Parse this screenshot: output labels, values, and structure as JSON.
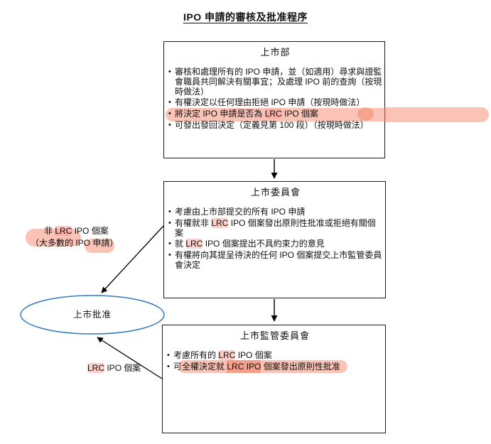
{
  "title": "IPO 申請的審核及批准程序",
  "boxes": [
    {
      "title": "上市部",
      "bullets": [
        {
          "segments": [
            {
              "t": "審核和處理所有的 IPO 申請，並（如適用）尋求與證監會職員共同解決有關事宜；及處理 IPO 前的查詢（按現時做法）"
            }
          ]
        },
        {
          "segments": [
            {
              "t": "有權決定以任何理由拒絕 IPO 申請（按現時做法）"
            }
          ]
        },
        {
          "row_hl": true,
          "segments": [
            {
              "t": "將決定 IPO 申請是否為 "
            },
            {
              "t": "LRC",
              "hl": "light"
            },
            {
              "t": " IPO 個案"
            }
          ]
        },
        {
          "segments": [
            {
              "t": "可發出發回決定（定義見第 100 段）（按現時做法）"
            }
          ]
        }
      ]
    },
    {
      "title": "上市委員會",
      "bullets": [
        {
          "segments": [
            {
              "t": "考慮由上市部提交的所有 IPO 申請"
            }
          ]
        },
        {
          "segments": [
            {
              "t": "有權就非 "
            },
            {
              "t": "LRC",
              "hl": "light"
            },
            {
              "t": " IPO 個案發出原則性批准或拒絕有關個案"
            }
          ]
        },
        {
          "segments": [
            {
              "t": "就 "
            },
            {
              "t": "LRC",
              "hl": "light"
            },
            {
              "t": " IPO 個案提出不具約束力的意見"
            }
          ]
        },
        {
          "segments": [
            {
              "t": "有權將向其提呈待決的任何 IPO 個案提交上市監管委員會決定"
            }
          ]
        }
      ]
    },
    {
      "title": "上市監管委員會",
      "bullets": [
        {
          "segments": [
            {
              "t": "考慮所有的 "
            },
            {
              "t": "LRC",
              "hl": "light"
            },
            {
              "t": " IPO 個案"
            }
          ]
        },
        {
          "segments": [
            {
              "t": "可"
            },
            {
              "t": "全權決定就 ",
              "hl": "band start"
            },
            {
              "t": "LRC IPO",
              "hl": "band dark"
            },
            {
              "t": " 個案發出原則性批准",
              "hl": "band end"
            }
          ]
        }
      ]
    }
  ],
  "labels": {
    "non_lrc_line1": [
      {
        "t": "非 "
      },
      {
        "t": "LRC",
        "hl": "light"
      },
      {
        "t": " IPO 個案"
      }
    ],
    "non_lrc_line2": [
      {
        "t": "（大多數的 IPO 申請）"
      }
    ],
    "lrc_case": [
      {
        "t": "LRC",
        "hl": "light"
      },
      {
        "t": " IPO 個案"
      }
    ],
    "approval": "上市批准"
  },
  "colors": {
    "highlight_band": "rgba(242,111,82,0.42)",
    "highlight_light": "rgba(246,148,138,0.45)",
    "highlight_band_dark": "rgba(238,95,60,0.60)",
    "highlight_blob": "rgba(238,95,60,0.32)",
    "ellipse_stroke": "#3077c1",
    "box_border": "#1a1a1a"
  }
}
